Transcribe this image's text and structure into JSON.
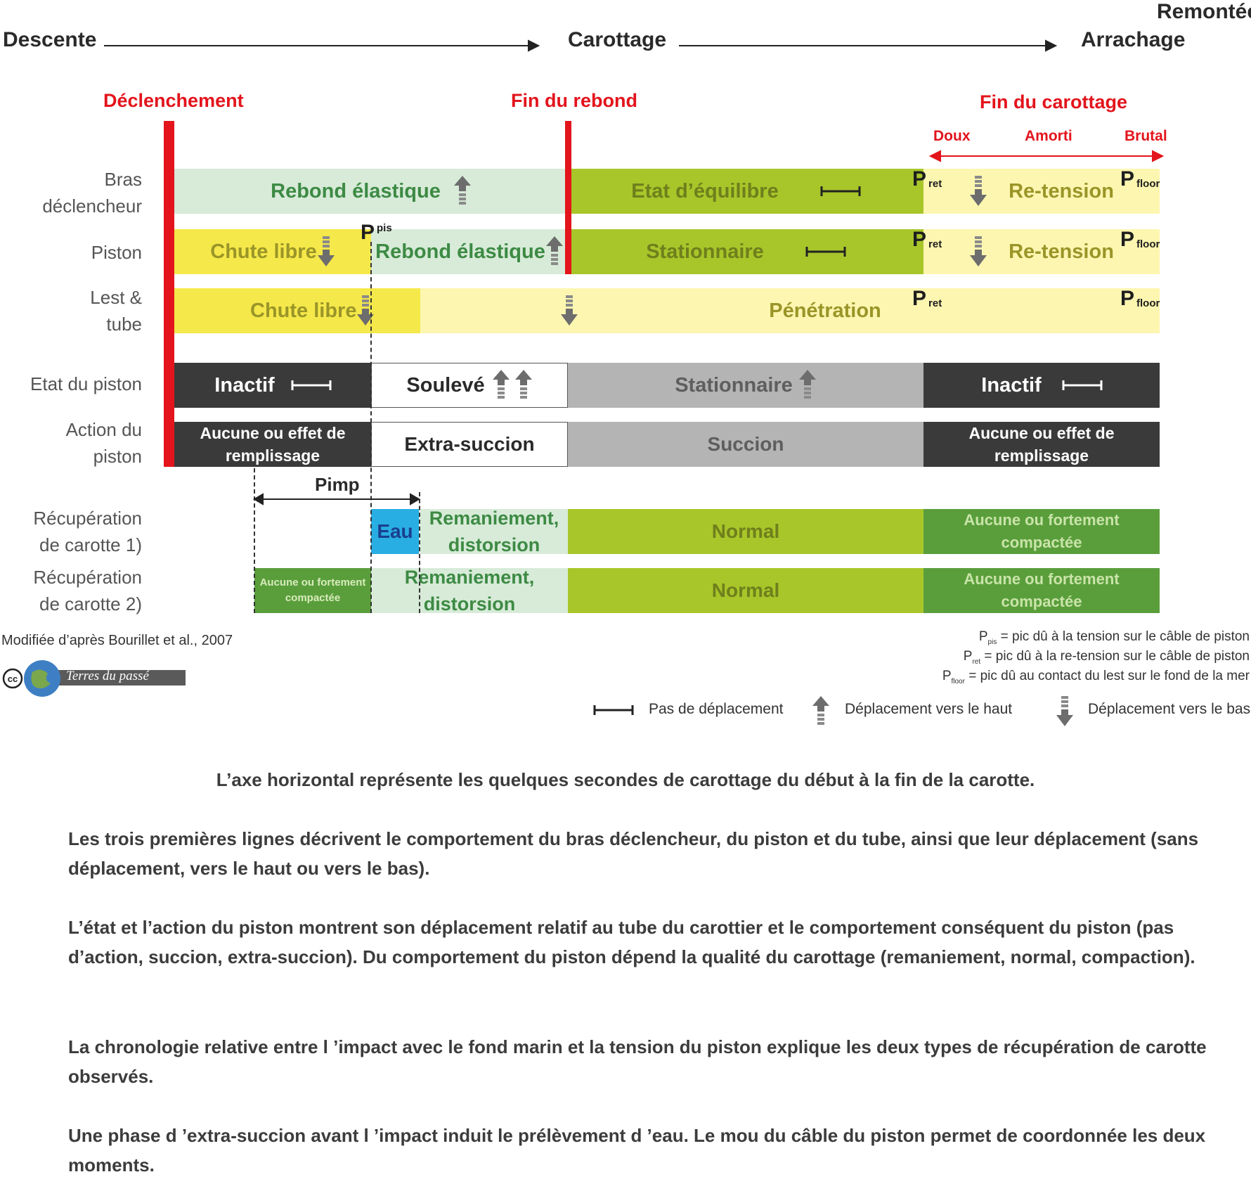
{
  "phases": {
    "descente": "Descente",
    "carottage": "Carottage",
    "arrachage": "Arrachage",
    "remontee": "Remontée"
  },
  "events": {
    "declenchement": "Déclenchement",
    "fin_rebond": "Fin du rebond",
    "fin_carottage": "Fin du carottage",
    "doux": "Doux",
    "amorti": "Amorti",
    "brutal": "Brutal"
  },
  "rows": {
    "bras": "Bras\ndéclencheur",
    "piston": "Piston",
    "lest": "Lest &\ntube",
    "etat": "Etat du piston",
    "action": "Action du\npiston",
    "recup1": "Récupération\nde carotte 1)",
    "recup2": "Récupération\nde carotte 2)"
  },
  "segments": {
    "bras_rebond": "Rebond élastique",
    "bras_equilibre": "Etat d’équilibre",
    "bras_retension": "Re-tension",
    "piston_chute": "Chute libre",
    "piston_rebond": "Rebond élastique",
    "piston_stationnaire": "Stationnaire",
    "piston_retension": "Re-tension",
    "lest_chute": "Chute libre",
    "lest_penetration": "Pénétration",
    "etat_inactif1": "Inactif",
    "etat_souleve": "Soulevé",
    "etat_stationnaire": "Stationnaire",
    "etat_inactif2": "Inactif",
    "action_aucune1": "Aucune ou effet de\nremplissage",
    "action_extra": "Extra-succion",
    "action_succion": "Succion",
    "action_aucune2": "Aucune ou effet de\nremplissage",
    "recup1_eau": "Eau",
    "recup1_remaniement": "Remaniement,\ndistorsion",
    "recup1_normal": "Normal",
    "recup1_aucune": "Aucune ou fortement\ncompactée",
    "recup2_aucune_small": "Aucune ou fortement\ncompactée",
    "recup2_remaniement": "Remaniement,\ndistorsion",
    "recup2_normal": "Normal",
    "recup2_aucune": "Aucune ou fortement\ncompactée"
  },
  "peaks": {
    "p": "P",
    "pis": "pis",
    "ret": "ret",
    "floor": "floor"
  },
  "pimp": "Pimp",
  "credit": "Modifiée d’après Bourillet et al., 2007",
  "logo": "Terres du passé",
  "legend": {
    "ppis": "= pic dû à la tension sur le câble de piston",
    "pret": "= pic dû à la re-tension sur le câble de piston",
    "pfloor": "= pic dû au contact du lest sur le fond de la mer",
    "no_move": "Pas de déplacement",
    "up": "Déplacement vers le haut",
    "down": "Déplacement vers le bas"
  },
  "paragraphs": {
    "p1": "L’axe horizontal représente les quelques secondes de carottage du début à la fin de la carotte.",
    "p2": "Les trois premières lignes décrivent le comportement du bras déclencheur, du piston et du tube, ainsi que leur déplacement (sans déplacement, vers le haut ou vers le bas).",
    "p3": "L’état et l’action du piston montrent son déplacement relatif au tube du carottier et le comportement conséquent du piston (pas d’action, succion, extra-succion). Du comportement du piston dépend la qualité du carottage (remaniement, normal, compaction).",
    "p4": "La chronologie relative entre l ’impact avec le fond marin et la tension du piston explique les deux types de récupération de carotte observés.",
    "p5": "Une phase d ’extra-succion avant l ’impact induit le prélèvement d ’eau. Le mou du câble du piston permet de coordonnée les deux moments."
  },
  "colors": {
    "red": "#e3141c",
    "pale_green": "#d7ebd8",
    "lime": "#a8c62a",
    "pale_yellow": "#fdf6b0",
    "yellow": "#f5e84a",
    "dark": "#3a3a3a",
    "grey": "#b4b4b4",
    "green": "#5a9e3c",
    "blue": "#29aee3"
  },
  "icons": {
    "up": "up-arrow-icon",
    "down": "down-arrow-icon",
    "none": "no-move-icon",
    "cc": "cc-icon",
    "globe": "globe-icon"
  }
}
